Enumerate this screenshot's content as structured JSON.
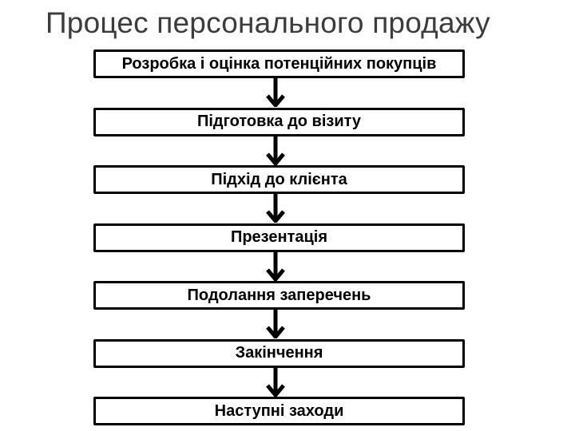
{
  "slide": {
    "title": "Процес персонального продажу"
  },
  "flow": {
    "connector": "down-arrow",
    "steps": [
      {
        "label": "Розробка і оцінка потенційних покупців"
      },
      {
        "label": "Підготовка до візиту"
      },
      {
        "label": "Підхід до клієнта"
      },
      {
        "label": "Презентація"
      },
      {
        "label": "Подолання заперечень"
      },
      {
        "label": "Закінчення"
      },
      {
        "label": "Наступні заходи"
      }
    ]
  },
  "colors": {
    "background": "#ffffff",
    "title_text": "#3c3c3c",
    "box_border": "#000000",
    "box_fill": "#ffffff",
    "box_text": "#000000",
    "arrow": "#000000"
  }
}
